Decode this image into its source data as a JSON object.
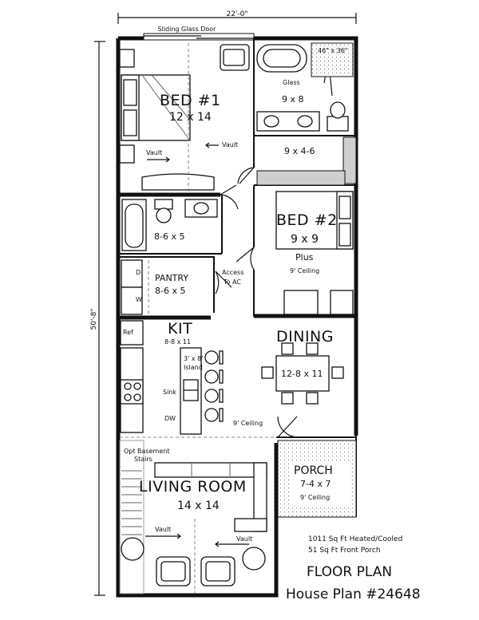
{
  "dimensions": {
    "width": "22'-0\"",
    "depth": "50'-8\""
  },
  "notes": {
    "sliding_door": "Sliding Glass Door",
    "shower": "46\" x 36\"",
    "glass": "Glass",
    "vault_bed": "Vault",
    "vault_bed_left": "Vault",
    "vault_living_left": "Vault",
    "vault_living_right": "Vault",
    "access": "Access",
    "to_ac": "To AC",
    "ref": "Ref",
    "island": "3' x 8'",
    "island2": "Island",
    "sink": "Sink",
    "dw": "DW",
    "kit_ceiling": "9' Ceiling",
    "basement": "Opt Basement",
    "stairs": "Stairs",
    "pantry_d": "D",
    "pantry_w": "W"
  },
  "rooms": {
    "bed1": {
      "name": "BED #1",
      "size": "12 x 14"
    },
    "master_bath": {
      "size": "9 x 8"
    },
    "closet": {
      "size": "9 x 4-6"
    },
    "bath2": {
      "size": "8-6 x 5"
    },
    "bed2": {
      "name": "BED #2",
      "size": "9 x 9",
      "extra": "Plus",
      "ceiling": "9' Ceiling"
    },
    "pantry": {
      "name": "PANTRY",
      "size": "8-6 x 5"
    },
    "kit": {
      "name": "KIT",
      "size": "8-8 x 11"
    },
    "dining": {
      "name": "DINING",
      "size": "12-8 x 11"
    },
    "porch": {
      "name": "PORCH",
      "size": "7-4 x 7",
      "ceiling": "9' Ceiling"
    },
    "living": {
      "name": "LIVING ROOM",
      "size": "14 x 14"
    }
  },
  "area": {
    "heated": "1011 Sq Ft Heated/Cooled",
    "porch": "51 Sq Ft Front Porch"
  },
  "title": {
    "line1": "FLOOR PLAN",
    "line2": "House Plan #24648"
  }
}
